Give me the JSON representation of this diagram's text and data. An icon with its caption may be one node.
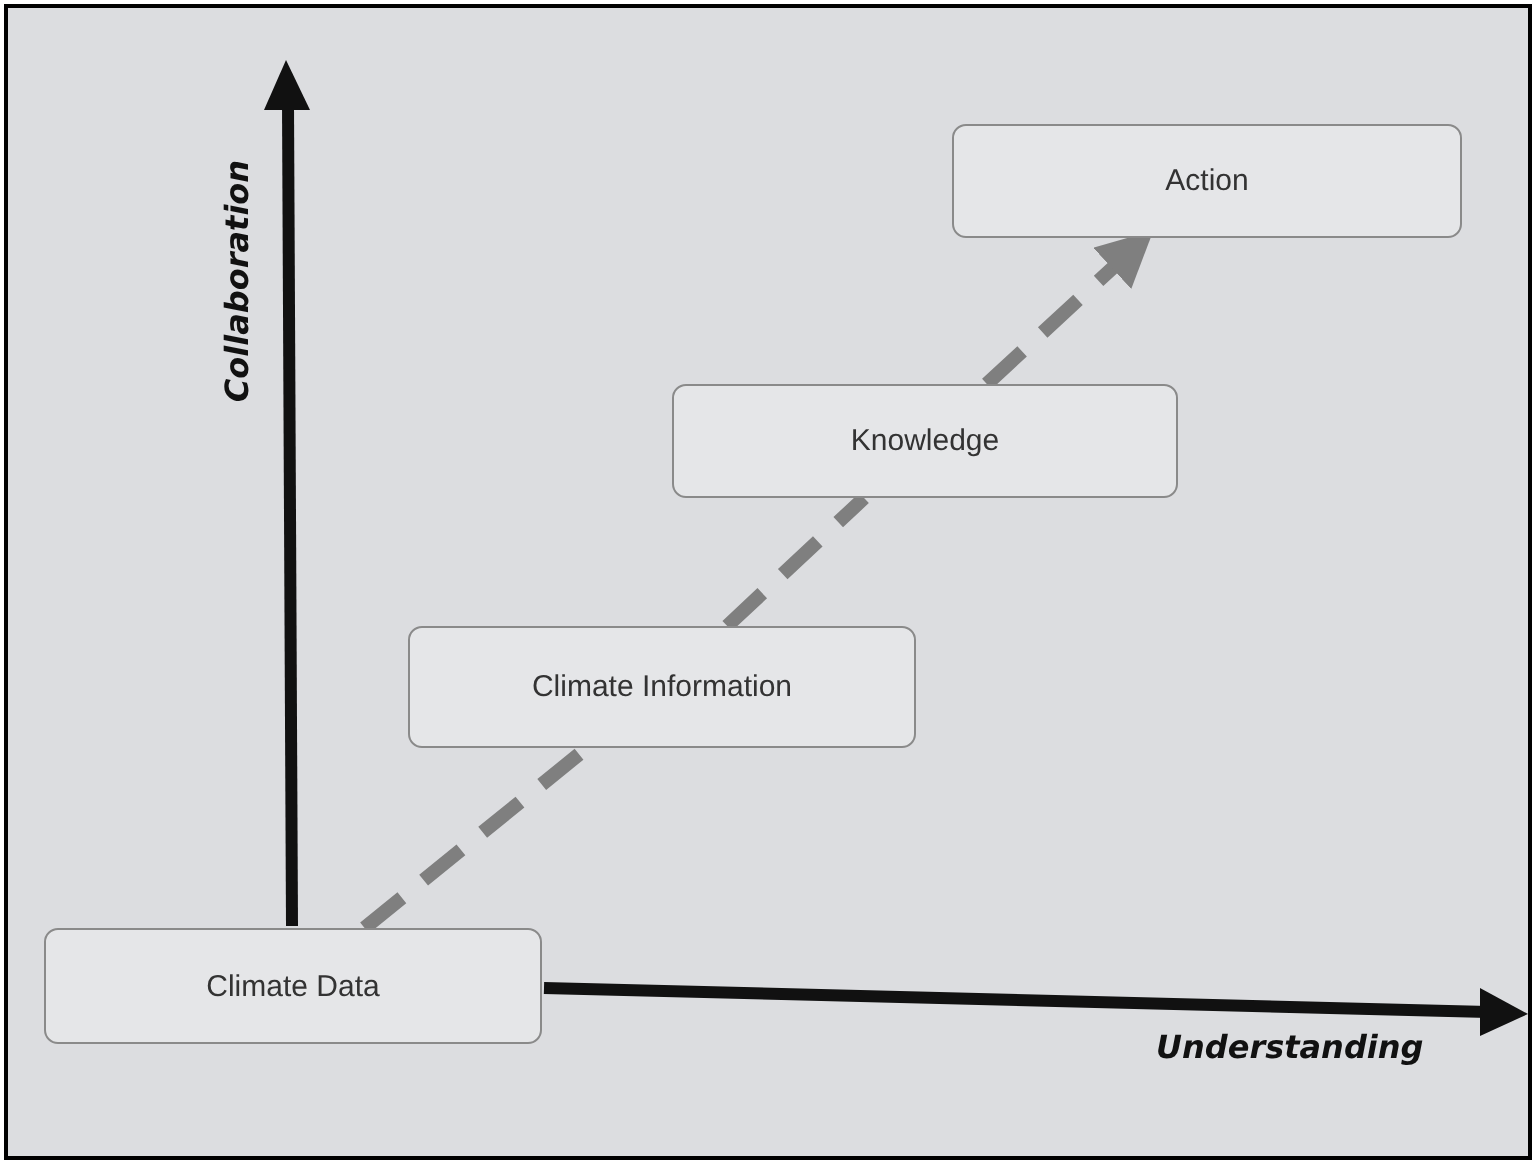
{
  "diagram": {
    "nodes": [
      {
        "text": [
          "Climate Data"
        ]
      },
      {
        "text": [
          "Climate Information"
        ]
      },
      {
        "text": [
          "Knowledge"
        ]
      },
      {
        "text": [
          "Action"
        ]
      }
    ],
    "edges": [
      {
        "from": 0,
        "to": 1,
        "arrow": "none",
        "style": "dashed"
      },
      {
        "from": 1,
        "to": 2,
        "arrow": "none",
        "style": "dashed"
      },
      {
        "from": 2,
        "to": 3,
        "arrow": "to",
        "style": "dashed"
      }
    ],
    "labels": [
      "Collaboration",
      "Understanding"
    ]
  }
}
